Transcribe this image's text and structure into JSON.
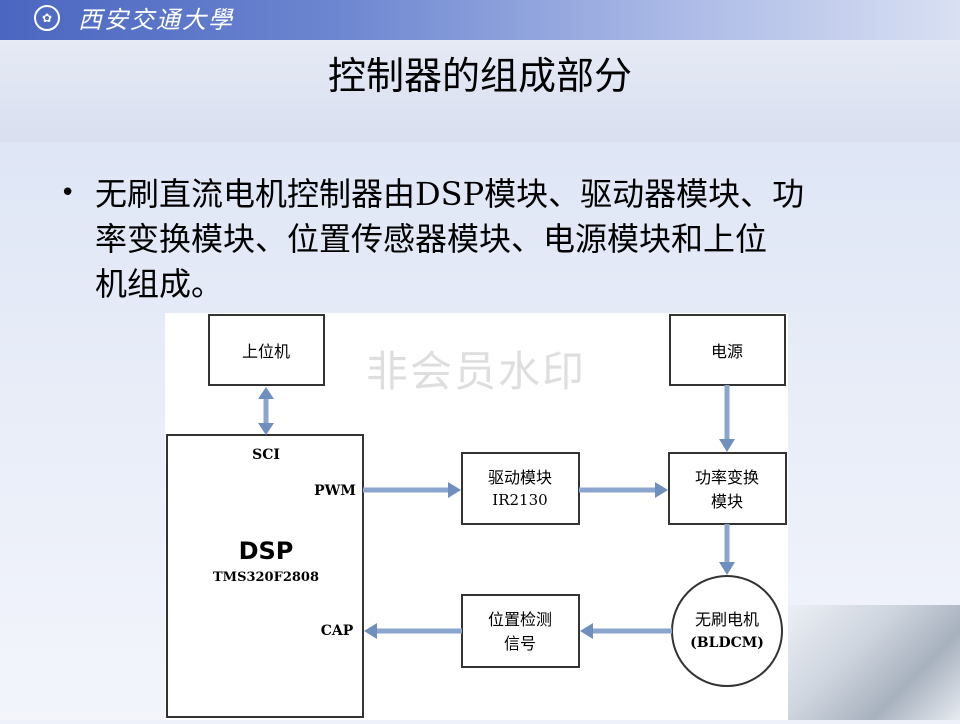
{
  "header": {
    "logo_text": "西安交通大學",
    "seal_glyph": "✿",
    "colors": {
      "bar_left": "#4a66c0",
      "bar_right": "#d9e0f3"
    }
  },
  "slide": {
    "title": "控制器的组成部分",
    "bullet_symbol": "•",
    "bullet_lines": [
      "无刷直流电机控制器由DSP模块、驱动器模块、功",
      "率变换模块、位置传感器模块、电源模块和上位",
      "机组成。"
    ]
  },
  "diagram": {
    "watermark": "非会员水印",
    "blocks": {
      "host": "上位机",
      "power": "电源",
      "driver_line1": "驱动模块",
      "driver_line2": "IR2130",
      "power_conv_line1": "功率变换",
      "power_conv_line2": "模块",
      "pos_line1": "位置检测",
      "pos_line2": "信号",
      "motor_line1": "无刷电机",
      "motor_line2": "(BLDCM)",
      "dsp_title": "DSP",
      "dsp_model": "TMS320F2808"
    },
    "ports": {
      "sci": "SCI",
      "pwm": "PWM",
      "cap": "CAP"
    }
  }
}
